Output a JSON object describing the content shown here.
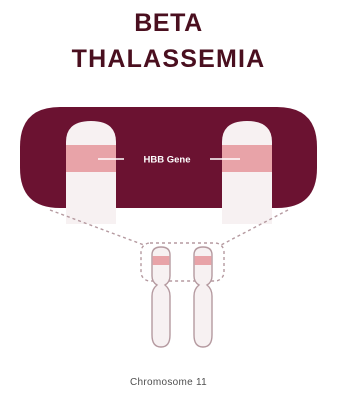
{
  "title": {
    "line1": "BETA",
    "line2": "THALASSEMIA"
  },
  "diagram": {
    "gene_label": "HBB Gene",
    "caption": "Chromosome 11"
  },
  "colors": {
    "title": "#4a0f1f",
    "maroon": "#6b1231",
    "highlight": "#e8a3a8",
    "chromosome_body": "#f7f1f2",
    "outline": "#b59aa0",
    "caption": "#4f4f4f"
  }
}
